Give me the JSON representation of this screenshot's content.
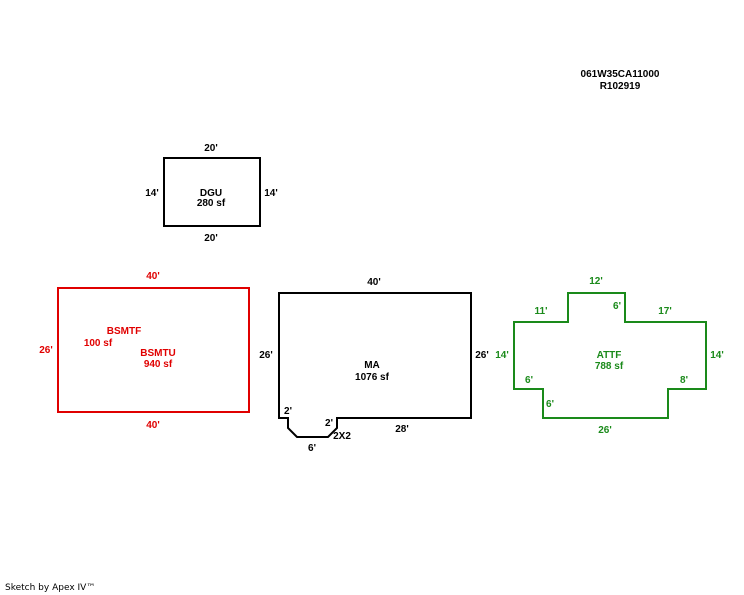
{
  "header": {
    "parcel_id": "061W35CA11000",
    "account_no": "R102919"
  },
  "colors": {
    "default": "#000000",
    "basement": "#e00000",
    "attached": "#1a8a1a"
  },
  "areas": {
    "dgu": {
      "code": "DGU",
      "area": "280 sf",
      "dims": {
        "top": "20'",
        "bottom": "20'",
        "left": "14'",
        "right": "14'"
      }
    },
    "bsmt": {
      "finished_code": "BSMTF",
      "finished_area": "100 sf",
      "unfinished_code": "BSMTU",
      "unfinished_area": "940 sf",
      "dims": {
        "top": "40'",
        "bottom": "40'",
        "left": "26'"
      }
    },
    "ma": {
      "code": "MA",
      "area": "1076 sf",
      "dims": {
        "top": "40'",
        "left": "26'",
        "right": "26'",
        "bottom": "28'",
        "notch_left": "2'",
        "notch_right": "2'",
        "notch_bottom": "6'",
        "notch_label": "2X2"
      }
    },
    "attf": {
      "code": "ATTF",
      "area": "788 sf",
      "dims": {
        "top": "12'",
        "step_left": "11'",
        "step_inner_left": "6'",
        "step_right": "17'",
        "left": "14'",
        "right": "14'",
        "low_left": "6'",
        "low_left_drop": "6'",
        "low_right": "8'",
        "bottom": "26'"
      }
    }
  },
  "footer": {
    "credit": "Sketch by Apex IV™"
  }
}
